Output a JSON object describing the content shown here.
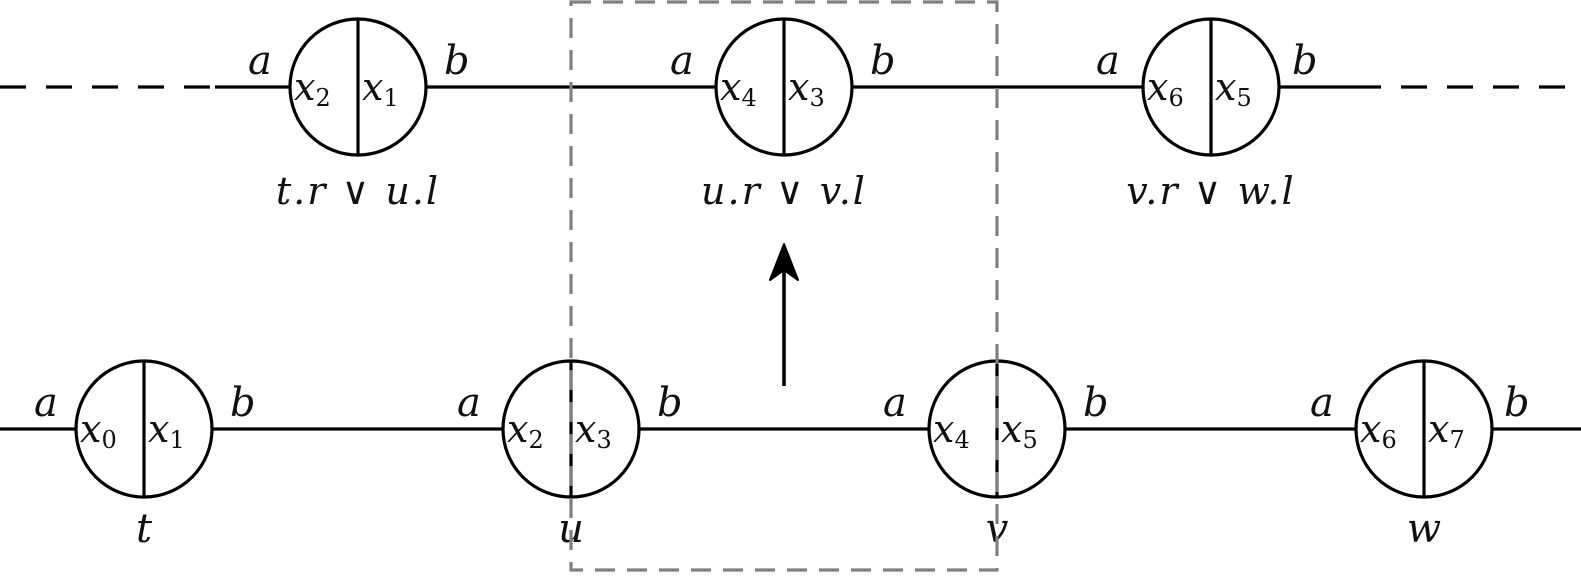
{
  "colors": {
    "line": "#000000",
    "box": "#808080",
    "background": "#ffffff"
  },
  "bottom_row": {
    "nodes": [
      {
        "left_var": "x",
        "left_sub": "0",
        "right_var": "x",
        "right_sub": "1",
        "port_left": "a",
        "port_right": "b",
        "name": "t"
      },
      {
        "left_var": "x",
        "left_sub": "2",
        "right_var": "x",
        "right_sub": "3",
        "port_left": "a",
        "port_right": "b",
        "name": "u"
      },
      {
        "left_var": "x",
        "left_sub": "4",
        "right_var": "x",
        "right_sub": "5",
        "port_left": "a",
        "port_right": "b",
        "name": "v"
      },
      {
        "left_var": "x",
        "left_sub": "6",
        "right_var": "x",
        "right_sub": "7",
        "port_left": "a",
        "port_right": "b",
        "name": "w"
      }
    ]
  },
  "top_row": {
    "nodes": [
      {
        "left_var": "x",
        "left_sub": "2",
        "right_var": "x",
        "right_sub": "1",
        "port_left": "a",
        "port_right": "b",
        "caption": "t.r ∨ u.l"
      },
      {
        "left_var": "x",
        "left_sub": "4",
        "right_var": "x",
        "right_sub": "3",
        "port_left": "a",
        "port_right": "b",
        "caption": "u.r ∨ v.l"
      },
      {
        "left_var": "x",
        "left_sub": "6",
        "right_var": "x",
        "right_sub": "5",
        "port_left": "a",
        "port_right": "b",
        "caption": "v.r ∨ w.l"
      }
    ]
  },
  "arrow": {
    "direction": "up"
  }
}
